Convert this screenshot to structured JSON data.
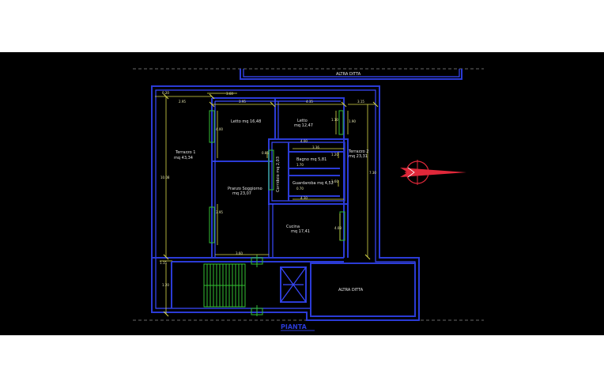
{
  "plan": {
    "title": "PIANTA",
    "neighbor_top": "ALTRA DITTA",
    "neighbor_bottom": "ALTRA DITTA",
    "rooms": {
      "letto1": [
        "Letto mq 16,48"
      ],
      "letto2": [
        "Letto",
        "mq 12,47"
      ],
      "terrazzo1": [
        "Terrazzo 1",
        "mq 43,34"
      ],
      "terrazzo2": [
        "Terrazzo 2",
        "mq 23,31"
      ],
      "pranzo": [
        "Pranzo Soggiorno",
        "mq 23,07"
      ],
      "bagno": "Bagno mq 5,81",
      "corridoio": "Corridoio mq 2,03",
      "guardaroba": "Guardaroba mq 4,52",
      "cucina": [
        "Cucina",
        "mq 17,41"
      ]
    },
    "dims": {
      "d1": "0.20",
      "d2": "2.95",
      "d3": "3.60",
      "d4": "3.95",
      "d5": "4.35",
      "d6": "3.15",
      "d7": "1.10",
      "d8": "1.90",
      "d9": "3.36",
      "d10": "1.20",
      "d11": "1.60",
      "d12": "4.30",
      "d13": "7.30",
      "d14": "10.08",
      "d15": "4.00",
      "d16": "1.15",
      "d17": "3.60",
      "d18": "0.85",
      "d19": "4.08",
      "d20": "3.95",
      "d21": "1.20",
      "d22": "4.00",
      "d23": "0.70",
      "d24": "1.70"
    }
  },
  "colors": {
    "background": "#000000",
    "wall": "#2b3bd6",
    "dimension": "#d8d84a",
    "openings": "#33c033",
    "north_arrow": "#e0283a"
  },
  "icons": {
    "north_arrow": "north-arrow-icon"
  }
}
